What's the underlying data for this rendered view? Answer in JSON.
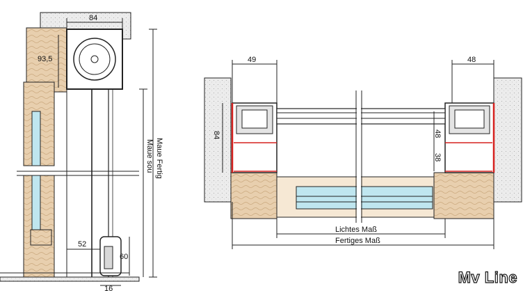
{
  "left_section": {
    "dim_top": "84",
    "dim_side": "93,5",
    "dim_height_outer": "Maue Fertig",
    "dim_height_inner": "Maue sou",
    "dim_bottom_width": "52",
    "dim_bottom_height": "60",
    "dim_foot": "16"
  },
  "right_section": {
    "dim_left_top": "49",
    "dim_right_top": "48",
    "dim_left_frame": "84",
    "dim_right_frame_upper": "48",
    "dim_right_frame_lower": "38",
    "dim_clear": "Lichtes Maß",
    "dim_total": "Fertiges Maß"
  },
  "brand": {
    "label": "Mv Line"
  },
  "colors": {
    "wall": "#ececec",
    "wood": "#e6ccaa",
    "glass": "#bfe6ef",
    "seal": "#d6201e",
    "line": "#222222"
  }
}
